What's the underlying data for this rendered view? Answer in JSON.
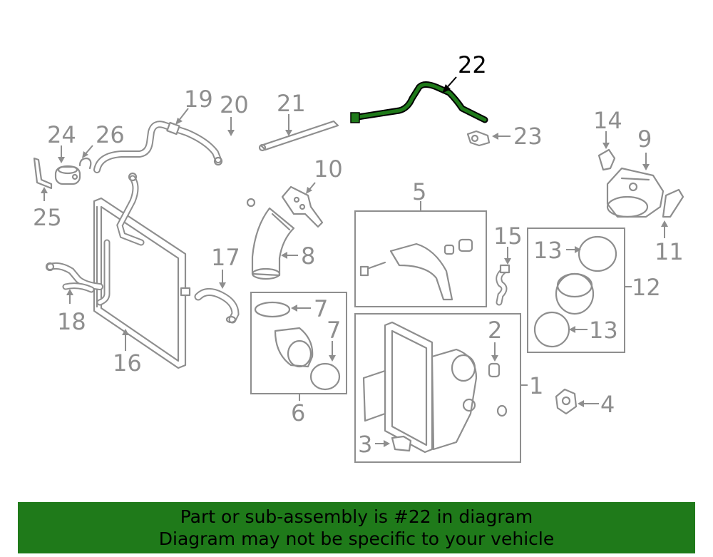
{
  "callouts": {
    "c1": "1",
    "c2": "2",
    "c3": "3",
    "c4": "4",
    "c5": "5",
    "c6": "6",
    "c7a": "7",
    "c7b": "7",
    "c8": "8",
    "c9": "9",
    "c10": "10",
    "c11": "11",
    "c12": "12",
    "c13a": "13",
    "c13b": "13",
    "c14": "14",
    "c15": "15",
    "c16": "16",
    "c17": "17",
    "c18": "18",
    "c19": "19",
    "c20": "20",
    "c21": "21",
    "c22": "22",
    "c23": "23",
    "c24": "24",
    "c25": "25",
    "c26": "26"
  },
  "highlight": {
    "part": "22",
    "color": "#1f7a1a",
    "outline_color": "#000000"
  },
  "banner": {
    "line1": "Part or sub-assembly is #22 in diagram",
    "line2": "Diagram may not be specific to your vehicle",
    "background": "#1f7a1a"
  }
}
